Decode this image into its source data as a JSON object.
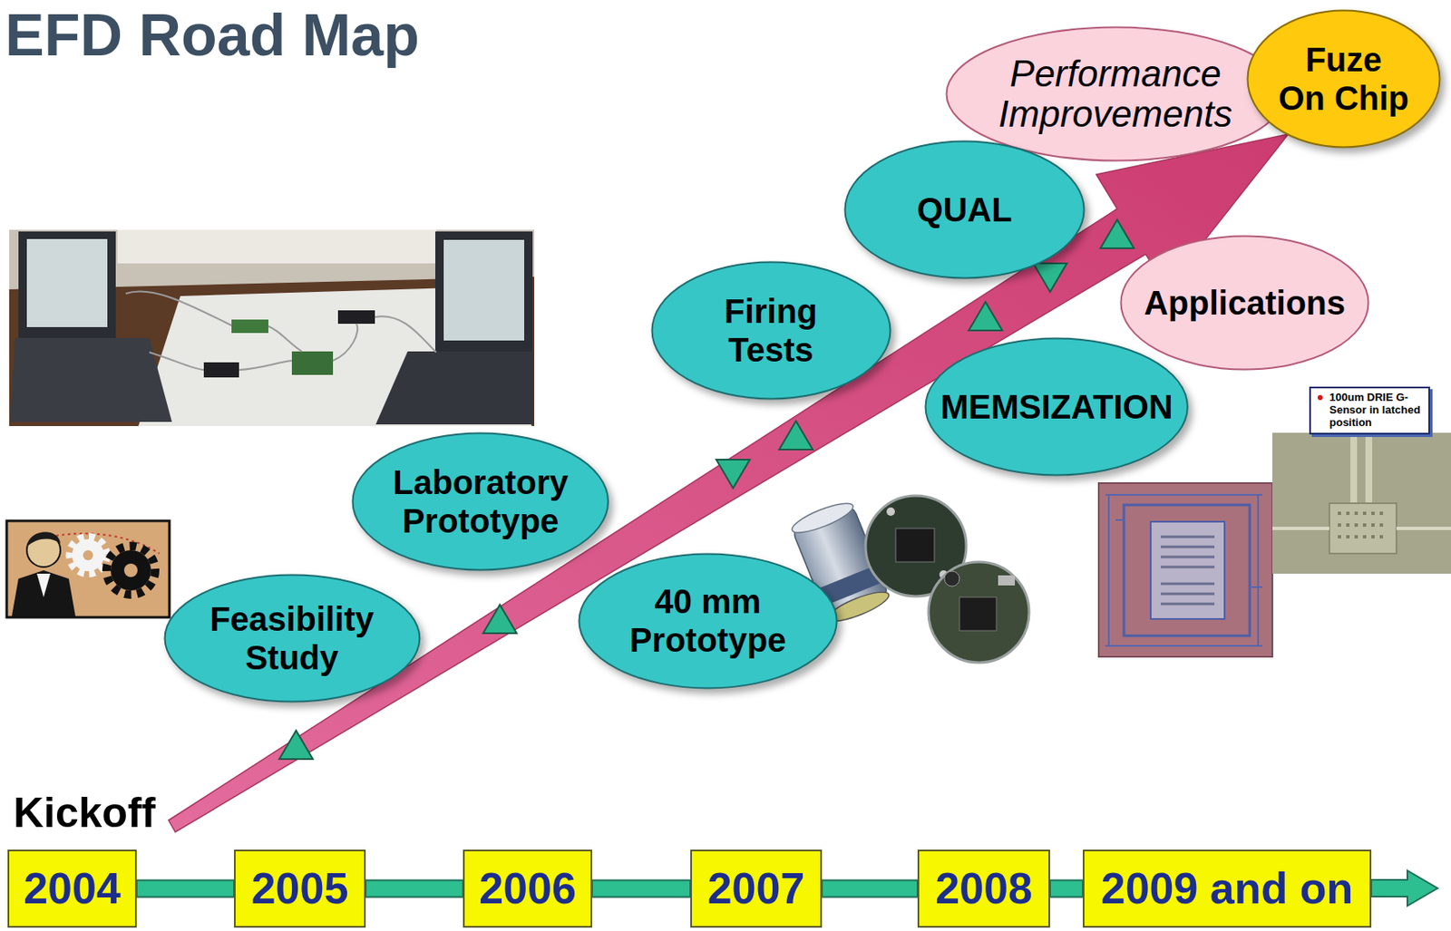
{
  "diagram": {
    "title": "EFD Road Map",
    "nodes": [
      {
        "text": [
          "Performance Improvements"
        ]
      },
      {
        "text": [
          "Fuze On Chip"
        ]
      },
      {
        "text": [
          "QUAL"
        ]
      },
      {
        "text": [
          "Firing Tests"
        ]
      },
      {
        "text": [
          "Applications"
        ]
      },
      {
        "text": [
          "MEMSIZATION"
        ]
      },
      {
        "text": [
          "100um DRIE G-Sensor in latched position"
        ]
      },
      {
        "text": [
          "Laboratory Prototype"
        ]
      },
      {
        "text": [
          "40 mm Prototype"
        ]
      },
      {
        "text": [
          "Feasibility Study"
        ]
      },
      {
        "text": [
          "2004"
        ]
      },
      {
        "text": [
          "2005"
        ]
      },
      {
        "text": [
          "2006"
        ]
      },
      {
        "text": [
          "2007"
        ]
      },
      {
        "text": [
          "2008"
        ]
      },
      {
        "text": [
          "2009 and on"
        ]
      }
    ],
    "edges": [
      {
        "from": 10,
        "to": 11,
        "arrow": "none"
      },
      {
        "from": 11,
        "to": 12,
        "arrow": "none"
      },
      {
        "from": 12,
        "to": 13,
        "arrow": "none"
      },
      {
        "from": 13,
        "to": 14,
        "arrow": "none"
      },
      {
        "from": 14,
        "to": 15,
        "arrow": "none"
      }
    ],
    "labels": [
      "Kickoff"
    ]
  }
}
